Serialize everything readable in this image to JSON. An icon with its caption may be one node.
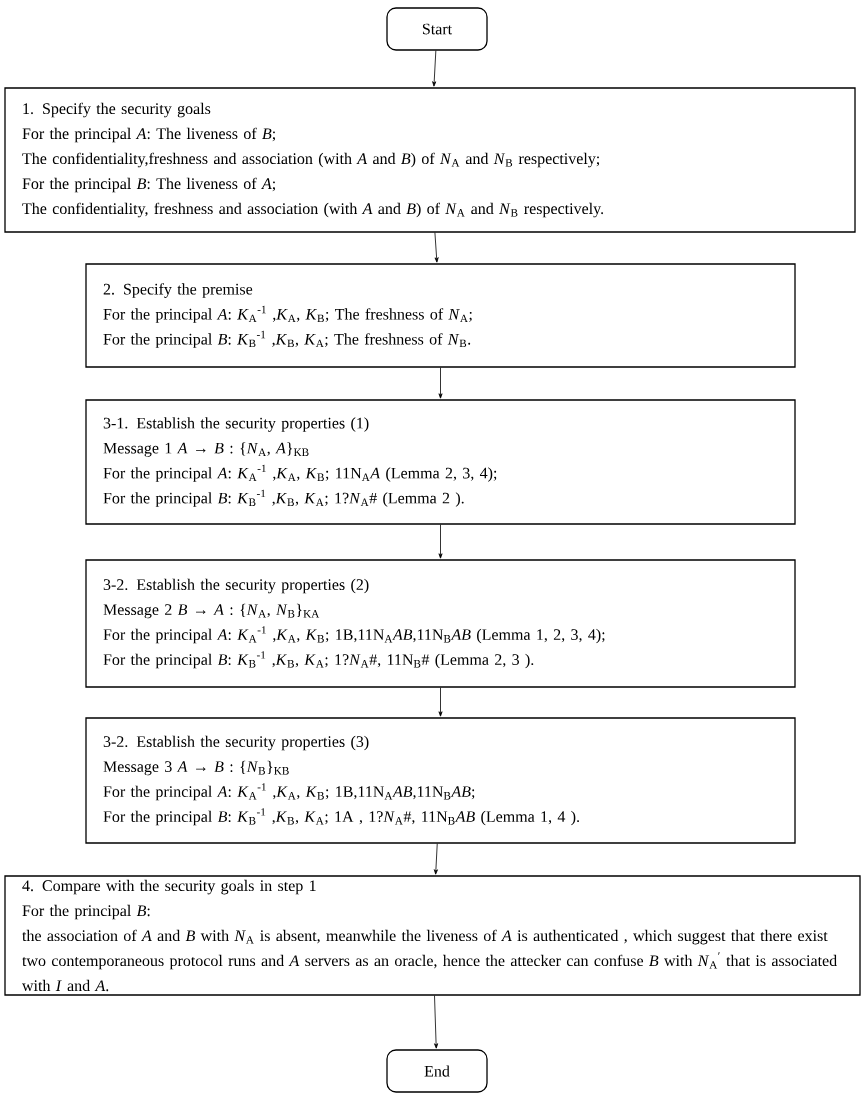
{
  "diagram": {
    "nodes": [
      {
        "text": [
          "Start"
        ]
      },
      {
        "text": [
          "1. Specify the security goals",
          "For the principal *A*: The liveness of *B*;",
          "The confidentiality,freshness and association (with *A* and *B*) of *N*$_{A}$ and *N*$_{B}$ respectively;",
          "For the principal *B*: The liveness of *A*;",
          "The confidentiality, freshness and association (with *A* and *B*) of *N*$_{A}$ and *N*$_{B}$ respectively."
        ]
      },
      {
        "text": [
          "2. Specify the premise",
          "For the principal *A*: *K*$_{A}$$^{-1}$ ,*K*$_{A}$, *K*$_{B}$; The freshness of  *N*$_{A}$;",
          "For the principal *B*: *K*$_{B}$$^{-1}$ ,*K*$_{B}$, *K*$_{A}$; The freshness of  *N*$_{B}$."
        ]
      },
      {
        "text": [
          "3-1. Establish the security properties (1)",
          "Message 1  *A* → *B* :   {*N*$_{A}$, *A*}$_{KB}$",
          "For the principal *A*: *K*$_{A}$$^{-1}$ ,*K*$_{A}$, *K*$_{B}$; 11N$_{A}$*A* (Lemma 2, 3, 4);",
          "For the principal *B*: *K*$_{B}$$^{-1}$ ,*K*$_{B}$, *K*$_{A}$; 1?*N*$_{A}$# (Lemma 2 )."
        ]
      },
      {
        "text": [
          "3-2. Establish the security properties (2)",
          "Message 2  *B* → *A* :   {*N*$_{A}$, *N*$_{B}$}$_{KA}$",
          "For the principal *A*: *K*$_{A}$$^{-1}$ ,*K*$_{A}$, *K*$_{B}$; 1B,11N$_{A}$*AB*,11N$_{B}$*AB* (Lemma 1, 2, 3, 4);",
          "For the principal *B*: *K*$_{B}$$^{-1}$ ,*K*$_{B}$, *K*$_{A}$; 1?*N*$_{A}$#, 11N$_{B}$# (Lemma 2, 3 )."
        ]
      },
      {
        "text": [
          "3-2. Establish the security properties (3)",
          "Message 3  *A* → *B* :   {*N*$_{B}$}$_{KB}$",
          "For the principal *A*: *K*$_{A}$$^{-1}$ ,*K*$_{A}$, *K*$_{B}$; 1B,11N$_{A}$*AB*,11N$_{B}$*AB*;",
          "For the principal *B*: *K*$_{B}$$^{-1}$ ,*K*$_{B}$, *K*$_{A}$; 1A , 1?*N*$_{A}$#,  11N$_{B}$*AB* (Lemma 1, 4 )."
        ]
      },
      {
        "text": [
          "4. Compare with the security goals in step 1",
          "For the principal *B*:",
          "the association of *A* and *B* with *N*$_{A}$ is absent, meanwhile the liveness of *A* is authenticated , which suggest that there exist two contemporaneous protocol runs and *A* servers as an oracle, hence the attecker can confuse  *B* with *N*$_{A}$$^{′}$ that is associated with *I* and *A*."
        ]
      },
      {
        "text": [
          "End"
        ]
      }
    ],
    "edges": [
      {
        "from": 0,
        "to": 1,
        "arrow": "to"
      },
      {
        "from": 1,
        "to": 2,
        "arrow": "to"
      },
      {
        "from": 2,
        "to": 3,
        "arrow": "to"
      },
      {
        "from": 3,
        "to": 4,
        "arrow": "to"
      },
      {
        "from": 4,
        "to": 5,
        "arrow": "to"
      },
      {
        "from": 5,
        "to": 6,
        "arrow": "to"
      },
      {
        "from": 6,
        "to": 7,
        "arrow": "to"
      }
    ]
  }
}
